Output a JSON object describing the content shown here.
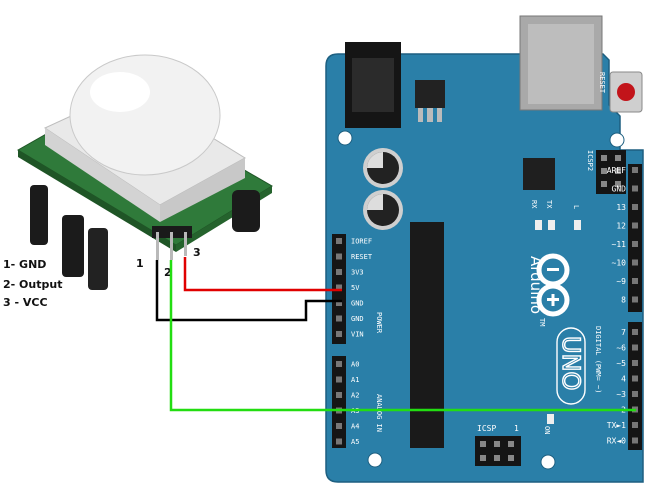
{
  "legend": {
    "gnd": "1- GND",
    "output": "2- Output",
    "vcc": "3 - VCC"
  },
  "sensor_pins": {
    "p1": "1",
    "p2": "2",
    "p3": "3"
  },
  "board": {
    "reset_label": "RESET",
    "icsp2_label": "ICSP2",
    "icsp_label": "ICSP",
    "icsp_pin1": "1",
    "brand": "Arduino",
    "tm": "TM",
    "model": "UNO",
    "led_l": "L",
    "led_tx": "TX",
    "led_rx": "RX",
    "on_label": "ON",
    "power_label": "POWER",
    "analog_label": "ANALOG IN",
    "digital_label": "DIGITAL (PWM= ~)",
    "power_pins": [
      "IOREF",
      "RESET",
      "3V3",
      "5V",
      "GND",
      "GND",
      "VIN"
    ],
    "analog_pins": [
      "A0",
      "A1",
      "A2",
      "A3",
      "A4",
      "A5"
    ],
    "digital_top": [
      "AREF",
      "GND",
      "13",
      "12",
      "~11",
      "~10",
      "~9",
      "8"
    ],
    "digital_bottom": [
      "7",
      "~6",
      "~5",
      "4",
      "~3",
      "2",
      "TX►1",
      "RX◄0"
    ]
  },
  "colors": {
    "board": "#2a7fa8",
    "wire_vcc": "#e00000",
    "wire_gnd": "#000000",
    "wire_output": "#22dd11",
    "sensor_pcb": "#2f7a3a"
  }
}
